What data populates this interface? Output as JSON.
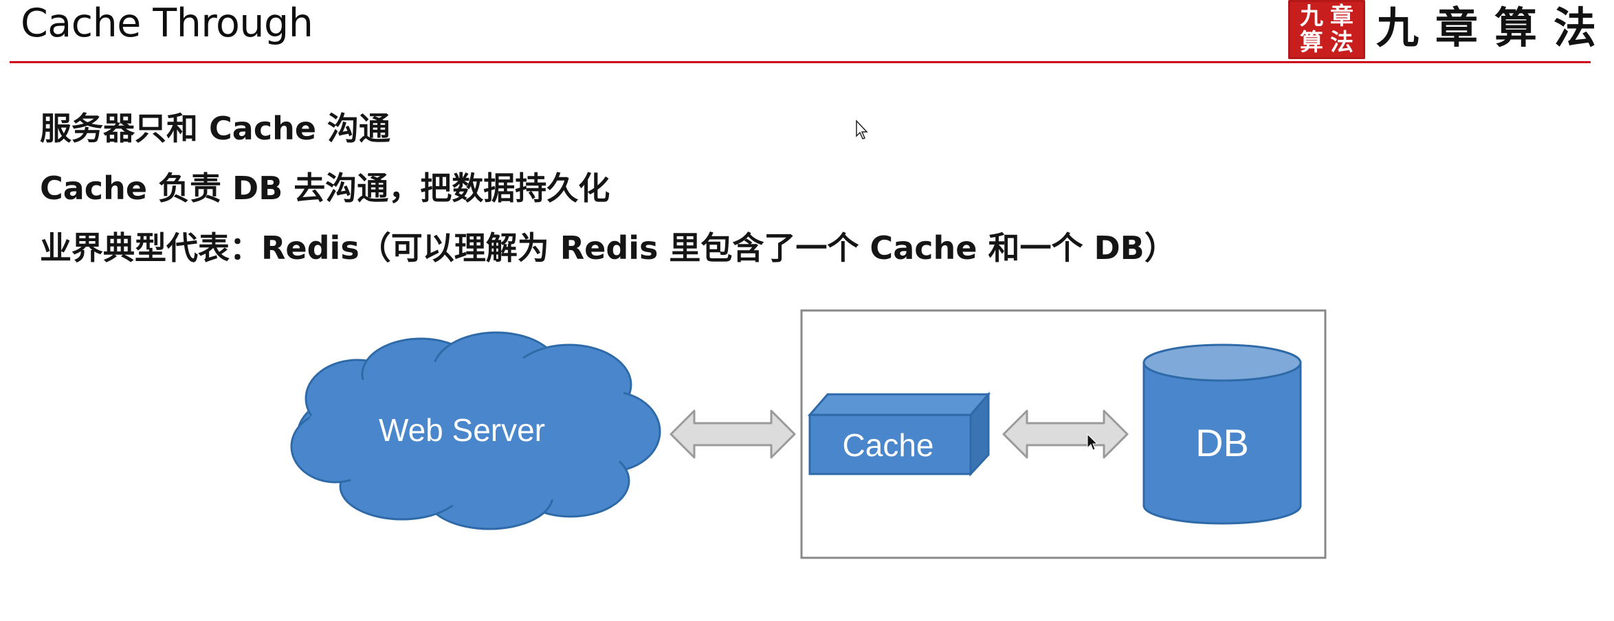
{
  "slide": {
    "title": "Cache Through",
    "logo": {
      "seal_chars": [
        "九",
        "章",
        "算",
        "法"
      ],
      "brand": "九章算法"
    },
    "bullets": [
      "服务器只和 Cache 沟通",
      "Cache 负责 DB 去沟通，把数据持久化",
      "业界典型代表：Redis（可以理解为 Redis 里包含了一个 Cache 和一个 DB）"
    ]
  },
  "diagram": {
    "web_server_label": "Web Server",
    "cache_label": "Cache",
    "db_label": "DB",
    "colors": {
      "shape_fill": "#4a86cc",
      "shape_stroke": "#2f6aa8",
      "cylinder_top": "#7fa9d9",
      "arrow_fill": "#dcdcdc",
      "arrow_stroke": "#9a9a9a",
      "title_rule": "#d0021b",
      "box_border": "#888888"
    }
  },
  "cursor_icons": [
    "pointer-cursor-icon",
    "pointer-cursor-icon"
  ]
}
